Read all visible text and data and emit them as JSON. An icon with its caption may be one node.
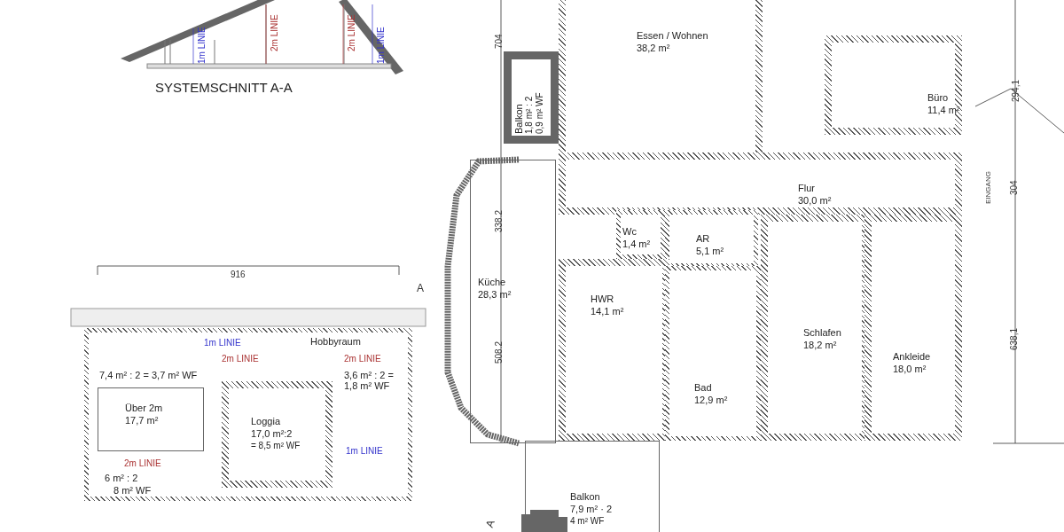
{
  "diagram": {
    "nodes": [
      {
        "text": [
          "Essen / Wohnen",
          "38,2 m²"
        ]
      },
      {
        "text": [
          "Büro",
          "11,4 m²"
        ]
      },
      {
        "text": [
          "Balkon",
          "1,8 m² : 2",
          "0,9 m² WF"
        ]
      },
      {
        "text": [
          "Flur",
          "30,0 m²"
        ]
      },
      {
        "text": [
          "Küche",
          "28,3 m²"
        ]
      },
      {
        "text": [
          "Wc",
          "1,4 m²"
        ]
      },
      {
        "text": [
          "AR",
          "5,1 m²"
        ]
      },
      {
        "text": [
          "HWR",
          "14,1 m²"
        ]
      },
      {
        "text": [
          "Bad",
          "12,9 m²"
        ]
      },
      {
        "text": [
          "Schlafen",
          "18,2 m²"
        ]
      },
      {
        "text": [
          "Ankleide",
          "18,0 m²"
        ]
      },
      {
        "text": [
          "Balkon",
          "7,9 m² · 2",
          "4 m² WF"
        ]
      },
      {
        "text": [
          "Hobbyraum"
        ]
      },
      {
        "text": [
          "Über 2m",
          "17,7 m²"
        ],
        "in": 12
      },
      {
        "text": [
          "Loggia",
          "17,0 m²:2",
          "= 8,5 m² WF"
        ],
        "in": 12
      }
    ],
    "edges": [],
    "labels": [
      "1m LINIE",
      "2m LINIE",
      "2m LINIE",
      "1m LINIE",
      "SYSTEMSCHNITT A-A",
      "704",
      "294,1",
      "EINGANG",
      "304",
      "338.2",
      "A",
      "916",
      "508.2",
      "638,1",
      "1m LINIE",
      "2m LINIE",
      "2m LINIE",
      "7,4 m² : 2 = 3,7 m² WF",
      "3,6 m² : 2 = 1,8 m² WF",
      "1m LINIE",
      "2m LINIE",
      "6 m² : 2",
      "8 m² WF",
      "A"
    ]
  }
}
